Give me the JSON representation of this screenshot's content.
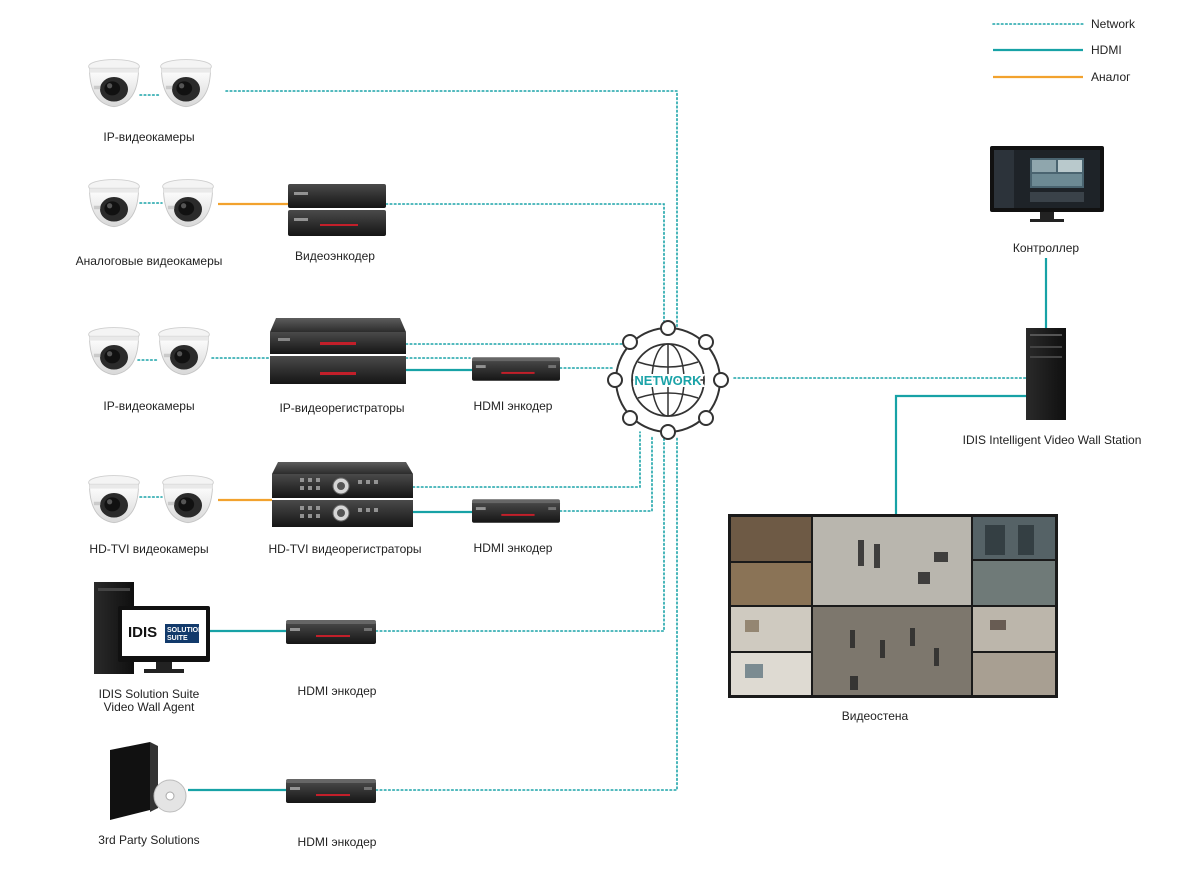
{
  "legend": {
    "network": "Network",
    "hdmi": "HDMI",
    "analog": "Аналог"
  },
  "hub_label": "NETWORK",
  "labels": {
    "ip_cameras_1": "IP-видеокамеры",
    "analog_cameras": "Аналоговые видеокамеры",
    "video_encoder": "Видеоэнкодер",
    "ip_cameras_2": "IP-видеокамеры",
    "ip_nvr": "IP-видеорегистраторы",
    "hdmi_encoder_1": "HDMI энкодер",
    "hdtvi_cameras": "HD-TVI видеокамеры",
    "hdtvi_dvr": "HD-TVI видеорегистраторы",
    "hdmi_encoder_2": "HDMI энкодер",
    "solution_suite_line1": "IDIS Solution Suite",
    "solution_suite_line2": "Video Wall Agent",
    "hdmi_encoder_3": "HDMI энкодер",
    "third_party": "3rd Party Solutions",
    "hdmi_encoder_4": "HDMI энкодер",
    "controller": "Контроллер",
    "station": "IDIS Intelligent Video Wall Station",
    "video_wall": "Видеостена"
  },
  "screen_logo": {
    "brand": "IDIS",
    "line1": "SOLUTION",
    "line2": "SUITE"
  },
  "colors": {
    "network": "#1aa3a8",
    "hdmi": "#17a2a6",
    "analog": "#f2a22e"
  }
}
